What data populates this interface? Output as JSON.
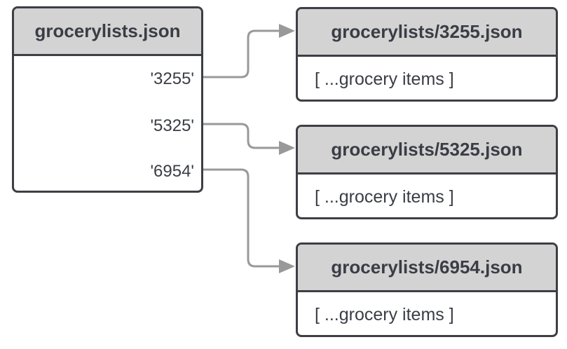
{
  "source": {
    "title": "grocerylists.json",
    "keys": [
      "'3255'",
      "'5325'",
      "'6954'"
    ]
  },
  "targets": [
    {
      "title": "grocerylists/3255.json",
      "body": "[ ...grocery items ]"
    },
    {
      "title": "grocerylists/5325.json",
      "body": "[ ...grocery items ]"
    },
    {
      "title": "grocerylists/6954.json",
      "body": "[ ...grocery items ]"
    }
  ],
  "colors": {
    "header_fill": "#d3d3d3",
    "border": "#3d3f44",
    "connector": "#999999",
    "text": "#3a3d45"
  }
}
